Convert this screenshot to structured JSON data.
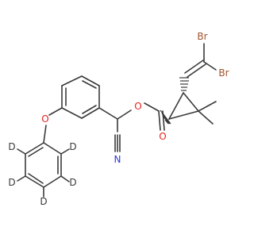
{
  "structure": {
    "name": "deltamethrin-d5 skeletal formula",
    "atoms": {
      "o_ether": "O",
      "o_ester": "O",
      "o_carbonyl": "O",
      "n_nitrile": "N",
      "br_top": "Br",
      "br_right": "Br",
      "d1": "D",
      "d2": "D",
      "d3": "D",
      "d4": "D",
      "d5": "D"
    },
    "colors": {
      "bond": "#3a3a3a",
      "oxygen": "#e8231e",
      "nitrogen": "#2b35d8",
      "bromine": "#a0522d",
      "deuterium": "#3a3a3a",
      "stereo_hash": "#3a3a3a"
    }
  }
}
